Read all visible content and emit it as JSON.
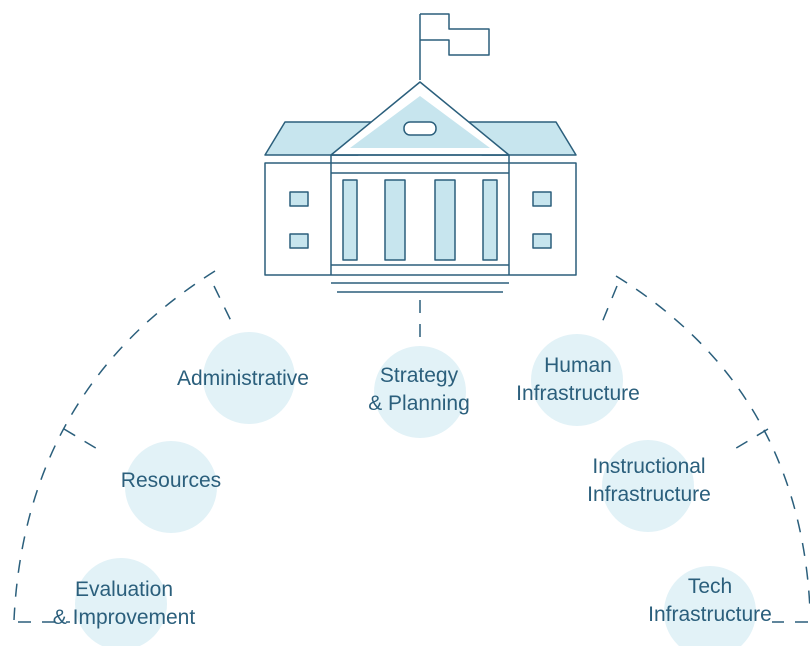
{
  "colors": {
    "stroke": "#2b5f7c",
    "fill": "#c7e5ee",
    "circle": "#e2f2f7",
    "text": "#2b5f7c"
  },
  "nodes": [
    {
      "id": "administrative",
      "lines": [
        "Administrative"
      ]
    },
    {
      "id": "strategy",
      "lines": [
        "Strategy",
        "& Planning"
      ]
    },
    {
      "id": "human",
      "lines": [
        "Human",
        "Infrastructure"
      ]
    },
    {
      "id": "resources",
      "lines": [
        "Resources"
      ]
    },
    {
      "id": "instructional",
      "lines": [
        "Instructional",
        "Infrastructure"
      ]
    },
    {
      "id": "evaluation",
      "lines": [
        "Evaluation",
        "& Improvement"
      ]
    },
    {
      "id": "tech",
      "lines": [
        "Tech",
        "Infrastructure"
      ]
    }
  ]
}
